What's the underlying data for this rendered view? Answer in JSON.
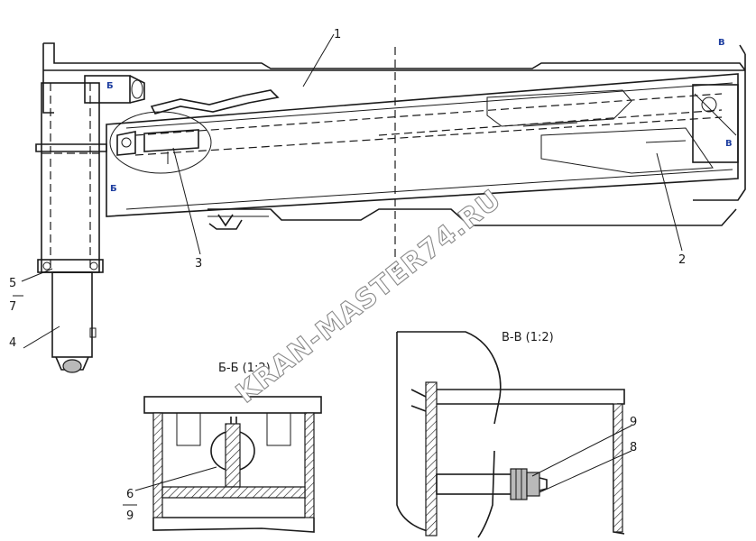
{
  "callouts": {
    "c1": "1",
    "c2": "2",
    "c3": "3",
    "c4": "4",
    "c5": "5",
    "c7": "7",
    "c6": "6",
    "c9_left": "9",
    "c9_right": "9",
    "c8": "8"
  },
  "section_marks": {
    "b_top": "Б",
    "b_bottom": "Б",
    "v_top": "В",
    "v_bottom": "В"
  },
  "views": {
    "section_b_title": "Б-Б (1:2)",
    "section_v_title": "В-В (1:2)"
  },
  "watermark": "KRAN-MASTER74.RU"
}
